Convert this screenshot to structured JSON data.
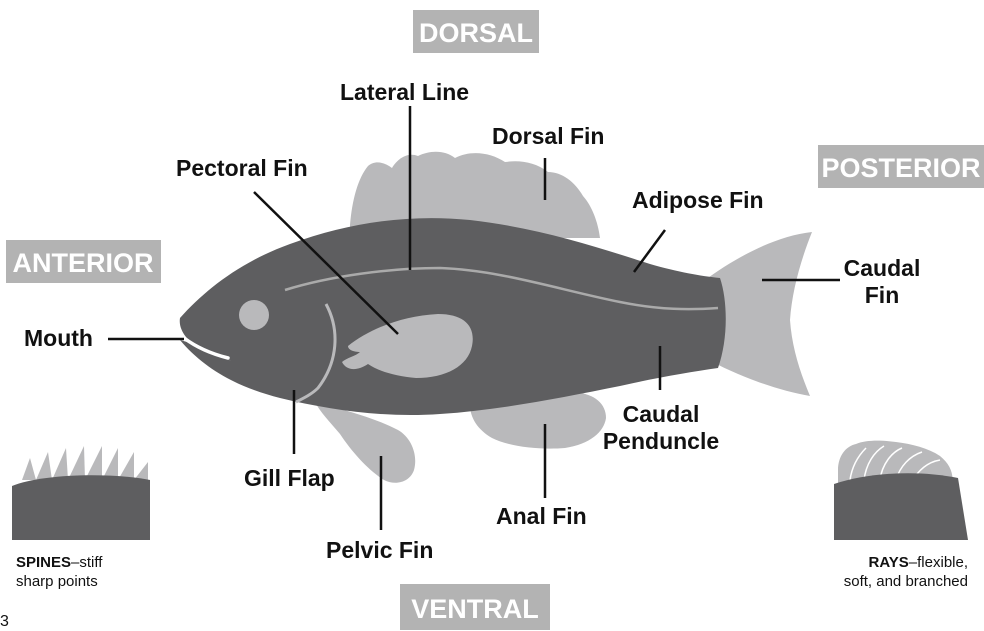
{
  "orientation": {
    "dorsal": "DORSAL",
    "ventral": "VENTRAL",
    "anterior": "ANTERIOR",
    "posterior": "POSTERIOR"
  },
  "labels": {
    "lateral_line": "Lateral Line",
    "dorsal_fin": "Dorsal Fin",
    "pectoral_fin": "Pectoral Fin",
    "adipose_fin": "Adipose Fin",
    "caudal_fin_1": "Caudal",
    "caudal_fin_2": "Fin",
    "mouth": "Mouth",
    "gill_flap": "Gill Flap",
    "pelvic_fin": "Pelvic Fin",
    "anal_fin": "Anal Fin",
    "caudal_peduncle_1": "Caudal",
    "caudal_peduncle_2": "Penduncle"
  },
  "spines": {
    "term": "SPINES",
    "desc_1": "–stiff",
    "desc_2": "sharp points"
  },
  "rays": {
    "term": "RAYS",
    "desc_1": "–flexible,",
    "desc_2": "soft, and branched"
  },
  "page_number": "3",
  "colors": {
    "body": "#5e5e60",
    "fin": "#b9b9bb",
    "tag": "#b3b3b3",
    "line": "#111111"
  }
}
